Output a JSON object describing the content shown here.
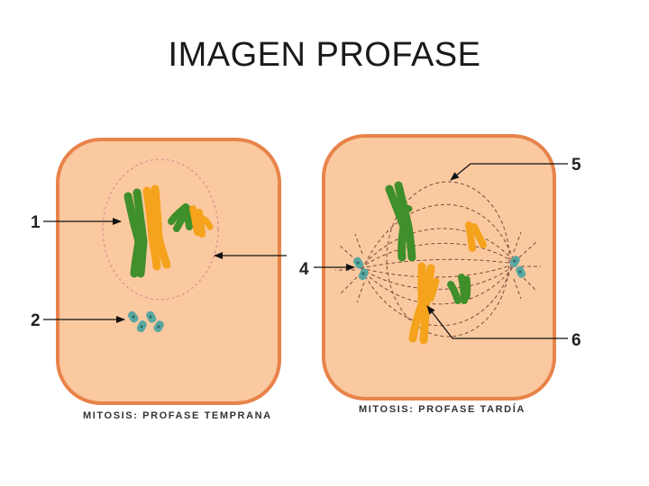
{
  "title": "IMAGEN PROFASE",
  "cells": [
    {
      "caption": "MITOSIS: PROFASE TEMPRANA"
    },
    {
      "caption": "MITOSIS: PROFASE TARDÍA"
    }
  ],
  "labels": [
    "1",
    "2",
    "4",
    "5",
    "6"
  ],
  "colors": {
    "cytoplasm": "#fbc9a0",
    "membrane": "#e8834a",
    "chromosome_green": "#3f8f2a",
    "chromosome_orange": "#f5a21c",
    "centrosome": "#5aa7a0",
    "arrow": "#111111"
  }
}
